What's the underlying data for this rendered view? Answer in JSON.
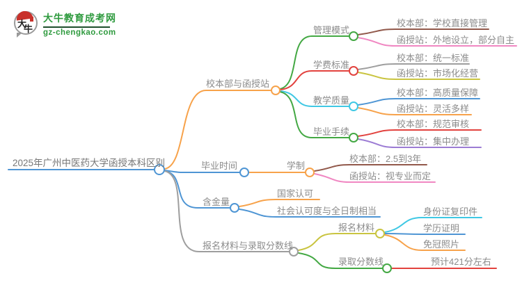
{
  "logo": {
    "icon_char_1": "大",
    "icon_char_2": "牛",
    "site_name": "大牛教育成考网",
    "site_url": "gz-chengkao.com"
  },
  "colors": {
    "blue": "#4E95D4",
    "orange": "#F7A24A",
    "green": "#43A843",
    "red": "#E2423E",
    "cyan": "#3FC8E4",
    "gray": "#9E9E9E",
    "brown": "#91584A",
    "pink": "#F087C2",
    "olive": "#C9C440",
    "purple": "#9C7CD4",
    "text_gray": "#8B8B8B",
    "brand_green": "#2E9A3E",
    "brand_red": "#C8312B"
  },
  "mindmap": {
    "root": {
      "label": "2025年广州中医药大学函授本科区别"
    },
    "branches": [
      {
        "label": "校本部与函授站",
        "children": [
          {
            "label": "管理模式",
            "children": [
              {
                "label": "校本部：学校直接管理"
              },
              {
                "label": "函授站：外地设立，部分自主"
              }
            ]
          },
          {
            "label": "学费标准",
            "children": [
              {
                "label": "校本部：统一标准"
              },
              {
                "label": "函授站：市场化经营"
              }
            ]
          },
          {
            "label": "教学质量",
            "children": [
              {
                "label": "校本部：高质量保障"
              },
              {
                "label": "函授站：灵活多样"
              }
            ]
          },
          {
            "label": "毕业手续",
            "children": [
              {
                "label": "校本部：规范审核"
              },
              {
                "label": "函授站：集中办理"
              }
            ]
          }
        ]
      },
      {
        "label": "毕业时间",
        "children": [
          {
            "label": "学制",
            "children": [
              {
                "label": "校本部：2.5到3年"
              },
              {
                "label": "函授站：视专业而定"
              }
            ]
          }
        ]
      },
      {
        "label": "含金量",
        "children": [
          {
            "label": "国家认可"
          },
          {
            "label": "社会认可度与全日制相当"
          }
        ]
      },
      {
        "label": "报名材料与录取分数线",
        "children": [
          {
            "label": "报名材料",
            "children": [
              {
                "label": "身份证复印件"
              },
              {
                "label": "学历证明"
              },
              {
                "label": "免冠照片"
              }
            ]
          },
          {
            "label": "录取分数线",
            "children": [
              {
                "label": "预计421分左右"
              }
            ]
          }
        ]
      }
    ]
  }
}
